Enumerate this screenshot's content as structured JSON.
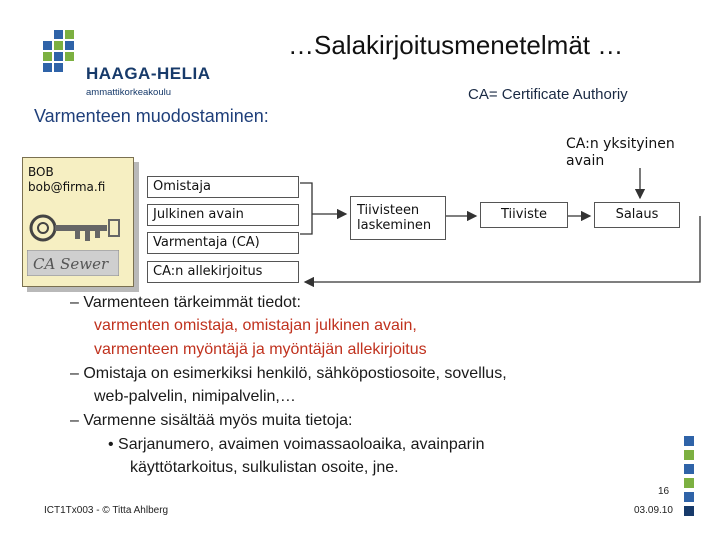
{
  "header": {
    "title": "…Salakirjoitusmenetelmät …",
    "logo": {
      "brand": "HAAGA-HELIA",
      "subtitle": "ammattikorkeakoulu",
      "colors": [
        "#2f63a8",
        "#7cb041"
      ]
    }
  },
  "ca_definition": "CA= Certificate Authoriy",
  "subheading": "Varmenteen muodostaminen:",
  "diagram": {
    "certificate": {
      "name": "BOB",
      "email": "bob@firma.fi",
      "seal_text": "CA Sewer",
      "card_color": "#f6efc2"
    },
    "fields": {
      "owner": "Omistaja",
      "public_key": "Julkinen avain",
      "verifier": "Varmentaja (CA)",
      "signature": "CA:n allekirjoitus"
    },
    "hash_box": {
      "line1": "Tiivisteen",
      "line2": "laskeminen"
    },
    "digest_box": "Tiiviste",
    "encrypt_box": "Salaus",
    "ca_private_key": {
      "line1": "CA:n yksityinen",
      "line2": "avain"
    }
  },
  "bullets": {
    "l1": "–  Varmenteen tärkeimmät tiedot:",
    "l2": "varmenten omistaja, omistajan julkinen avain,",
    "l3": "varmenteen myöntäjä ja myöntäjän allekirjoitus",
    "l4": "–  Omistaja on esimerkiksi henkilö, sähköpostiosoite, sovellus,",
    "l5": "web-palvelin, nimipalvelin,…",
    "l6": "–  Varmenne sisältää myös muita tietoja:",
    "l7": "•  Sarjanumero, avaimen voimassaoloaika, avainparin",
    "l8": "käyttötarkoitus, sulkulistan osoite, jne.",
    "highlight_color": "#c0321e"
  },
  "footer": {
    "left": "ICT1Tx003 - © Titta Ahlberg",
    "page_number": "16",
    "date": "03.09.10"
  }
}
